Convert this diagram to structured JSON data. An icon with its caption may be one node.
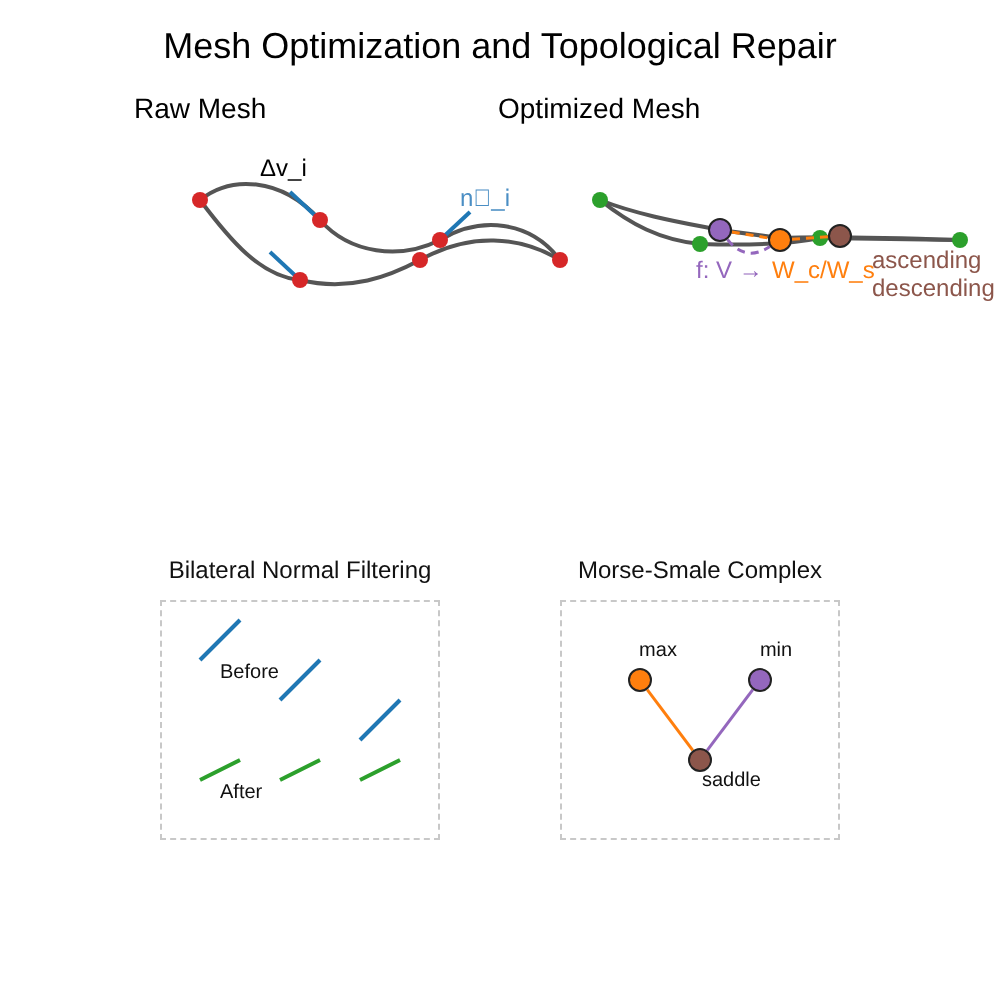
{
  "diagram": {
    "title": "Mesh Optimization and Topological Repair",
    "nodes": [
      {
        "text": [],
        "shape": "circle"
      },
      {
        "text": [],
        "shape": "circle"
      },
      {
        "text": [],
        "shape": "circle"
      },
      {
        "text": [
          "Bilateral Normal Filtering",
          "Before",
          "After"
        ]
      },
      {
        "text": [
          "Morse-Smale Complex"
        ]
      },
      {
        "text": [],
        "shape": "circle",
        "beside": [
          "max"
        ],
        "in": 4
      },
      {
        "text": [],
        "shape": "circle",
        "beside": [
          "min"
        ],
        "in": 4
      },
      {
        "text": [],
        "shape": "circle",
        "beside": [
          "saddle"
        ],
        "in": 4
      }
    ],
    "edges": [
      {
        "from": 0,
        "to": 1,
        "arrow": "none",
        "style": "dashed",
        "color": "#ff7f0e"
      },
      {
        "from": 0,
        "to": 1,
        "arrow": "none",
        "style": "dashed",
        "color": "#9467bd"
      },
      {
        "from": 1,
        "to": 2,
        "arrow": "none",
        "style": "dashed",
        "color": "#ff7f0e"
      },
      {
        "from": 5,
        "to": 7,
        "arrow": "none",
        "color": "#ff7f0e"
      },
      {
        "from": 6,
        "to": 7,
        "arrow": "none",
        "color": "#9467bd"
      }
    ],
    "labels": [
      "Raw Mesh",
      "Optimized Mesh",
      "Δv_i",
      "n⃗_i",
      "f: V →",
      "W_c/W_s",
      "ascending",
      "descending"
    ]
  }
}
